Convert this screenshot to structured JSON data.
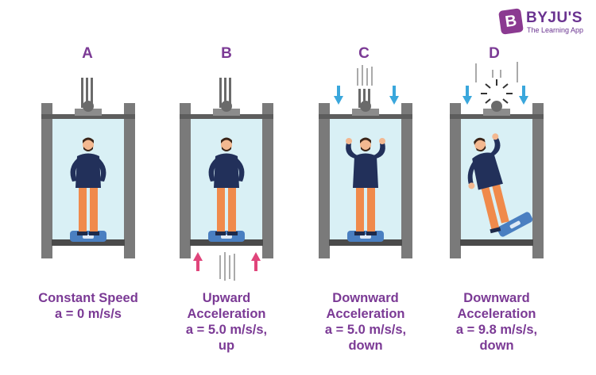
{
  "brand": {
    "mark": "B",
    "name": "BYJU'S",
    "tagline": "The Learning App"
  },
  "panels": [
    {
      "letter": "A",
      "caption": [
        "Constant Speed",
        "a = 0 m/s/s"
      ]
    },
    {
      "letter": "B",
      "caption": [
        "Upward",
        "Acceleration",
        "a = 5.0 m/s/s,",
        "up"
      ]
    },
    {
      "letter": "C",
      "caption": [
        "Downward",
        "Acceleration",
        "a = 5.0 m/s/s,",
        "down"
      ]
    },
    {
      "letter": "D",
      "caption": [
        "Downward",
        "Acceleration",
        "a = 9.8 m/s/s,",
        "down"
      ]
    }
  ],
  "colors": {
    "accent_purple": "#7b3a95",
    "frame_gray": "#7a7a7a",
    "cabin_glass": "#d9f0f5",
    "shirt_navy": "#22305a",
    "pants_orange": "#f08a4b",
    "scale_blue": "#4a7fc1",
    "arrow_blue": "#3aa7dc",
    "arrow_red": "#e0457b"
  }
}
